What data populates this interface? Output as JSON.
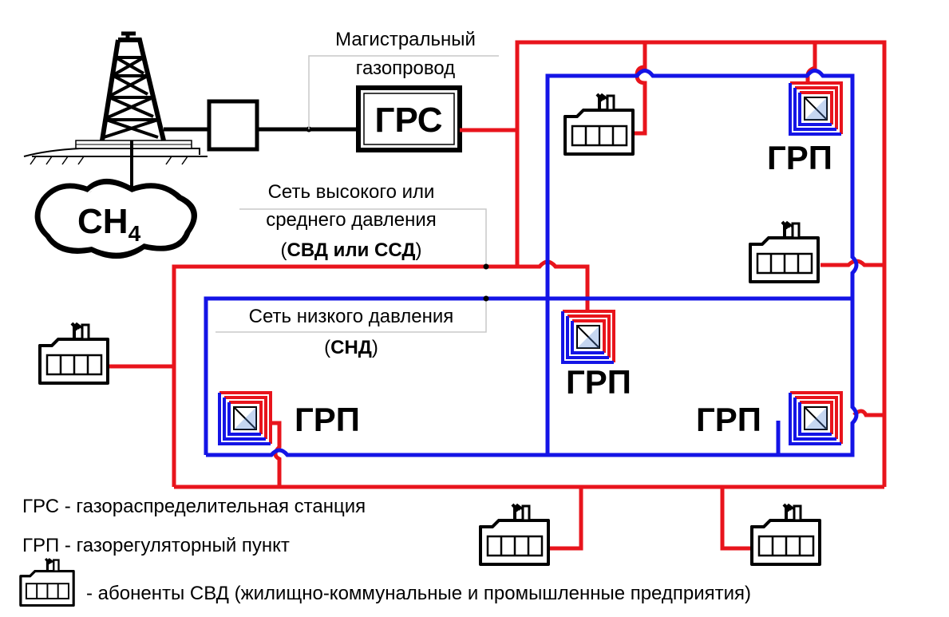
{
  "colors": {
    "high_pressure": "#e8141c",
    "low_pressure": "#1414e6",
    "ink": "#000000",
    "leader": "#c8c8c8"
  },
  "labels": {
    "main_pipeline_line1": "Магистральный",
    "main_pipeline_line2": "газопровод",
    "grs_box": "ГРС",
    "methane_main": "CH",
    "methane_sub": "4",
    "hp_network_line1": "Сеть высокого или",
    "hp_network_line2": "среднего давления",
    "hp_network_paren_open": "(",
    "hp_network_abbr": "СВД или ССД",
    "hp_network_paren_close": ")",
    "lp_network_line1": "Сеть низкого давления",
    "lp_network_paren_open": "(",
    "lp_network_abbr": "СНД",
    "lp_network_paren_close": ")",
    "grp_label": "ГРП"
  },
  "legend": {
    "grs": "ГРС - газораспределительная станция",
    "grp": "ГРП - газорегуляторный пункт",
    "consumers": "- абоненты СВД (жилищно-коммунальные и промышленные предприятия)"
  },
  "icons": {
    "derrick": "oil-derrick-icon",
    "reservoir": "gas-reservoir-icon",
    "factory": "factory-icon",
    "grp": "gas-regulator-icon"
  }
}
